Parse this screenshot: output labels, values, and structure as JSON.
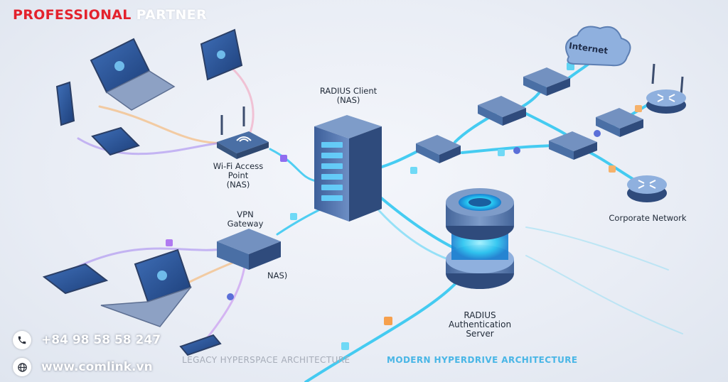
{
  "brand": {
    "part1": "PROFESSIONAL",
    "part2": "PARTNER",
    "color1": "#e3222d",
    "color2": "#ffffff"
  },
  "cloud": {
    "label": "Internet"
  },
  "nodes": {
    "radius_client": "RADIUS Client\n(NAS)",
    "wifi_ap": "Wi-Fi Access\nPoint\n(NAS)",
    "vpn_gateway": "VPN\nGateway",
    "vpn_nas": "NAS)",
    "radius_server": "RADIUS\nAuthentication\nServer",
    "corporate_network": "Corporate Network"
  },
  "contact": {
    "phone": "+84 98 58 58 247",
    "website": "www.comlink.vn",
    "phone_icon": "phone-icon",
    "web_icon": "globe-icon"
  },
  "architecture": {
    "legacy": "LEGACY HYPERSPACE ARCHITECTURE",
    "modern": "MODERN HYPERDRIVE ARCHITECTURE"
  },
  "colors": {
    "link_cyan": "#27c4f0",
    "link_purple": "#a98cf0",
    "link_orange": "#f6b26b",
    "device_blue": "#4a6fa5"
  }
}
